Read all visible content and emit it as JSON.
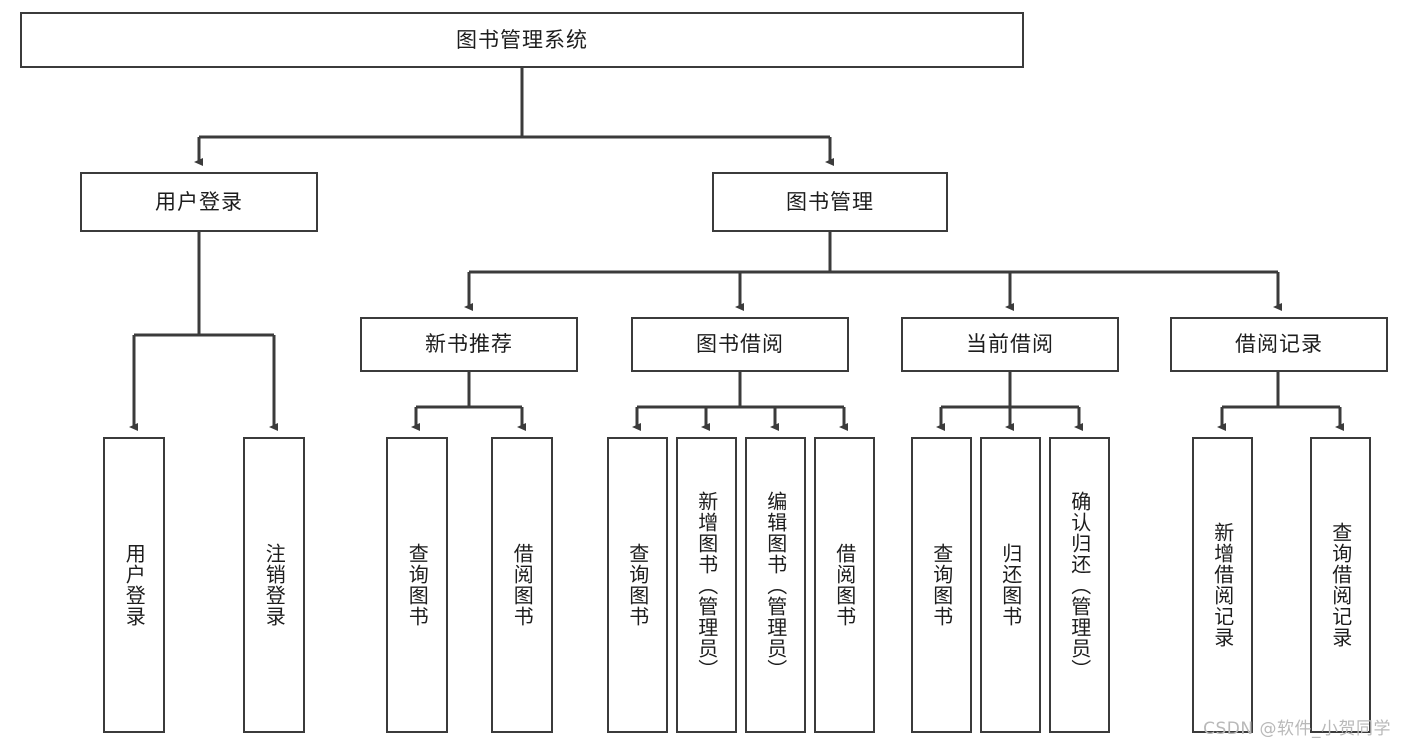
{
  "diagram": {
    "title": "图书管理系统",
    "type": "功能结构图",
    "root": {
      "label": "图书管理系统"
    },
    "level2": [
      {
        "label": "用户登录"
      },
      {
        "label": "图书管理"
      }
    ],
    "level3": [
      {
        "label": "新书推荐"
      },
      {
        "label": "图书借阅"
      },
      {
        "label": "当前借阅"
      },
      {
        "label": "借阅记录"
      }
    ],
    "leaves": {
      "user_login": [
        {
          "label": "用户登录"
        },
        {
          "label": "注销登录"
        }
      ],
      "new_book_recommend": [
        {
          "label": "查询图书"
        },
        {
          "label": "借阅图书"
        }
      ],
      "book_borrow": [
        {
          "label": "查询图书"
        },
        {
          "label": "新增图书（管理员）"
        },
        {
          "label": "编辑图书（管理员）"
        },
        {
          "label": "借阅图书"
        }
      ],
      "current_borrow": [
        {
          "label": "查询图书"
        },
        {
          "label": "归还图书"
        },
        {
          "label": "确认归还（管理员）"
        }
      ],
      "borrow_record": [
        {
          "label": "新增借阅记录"
        },
        {
          "label": "查询借阅记录"
        }
      ]
    },
    "watermark": "CSDN @软件_小贺同学",
    "colors": {
      "stroke": "#3b3b3b",
      "text": "#1d1d1d",
      "background": "#ffffff",
      "watermark": "#b9b9b9"
    }
  }
}
